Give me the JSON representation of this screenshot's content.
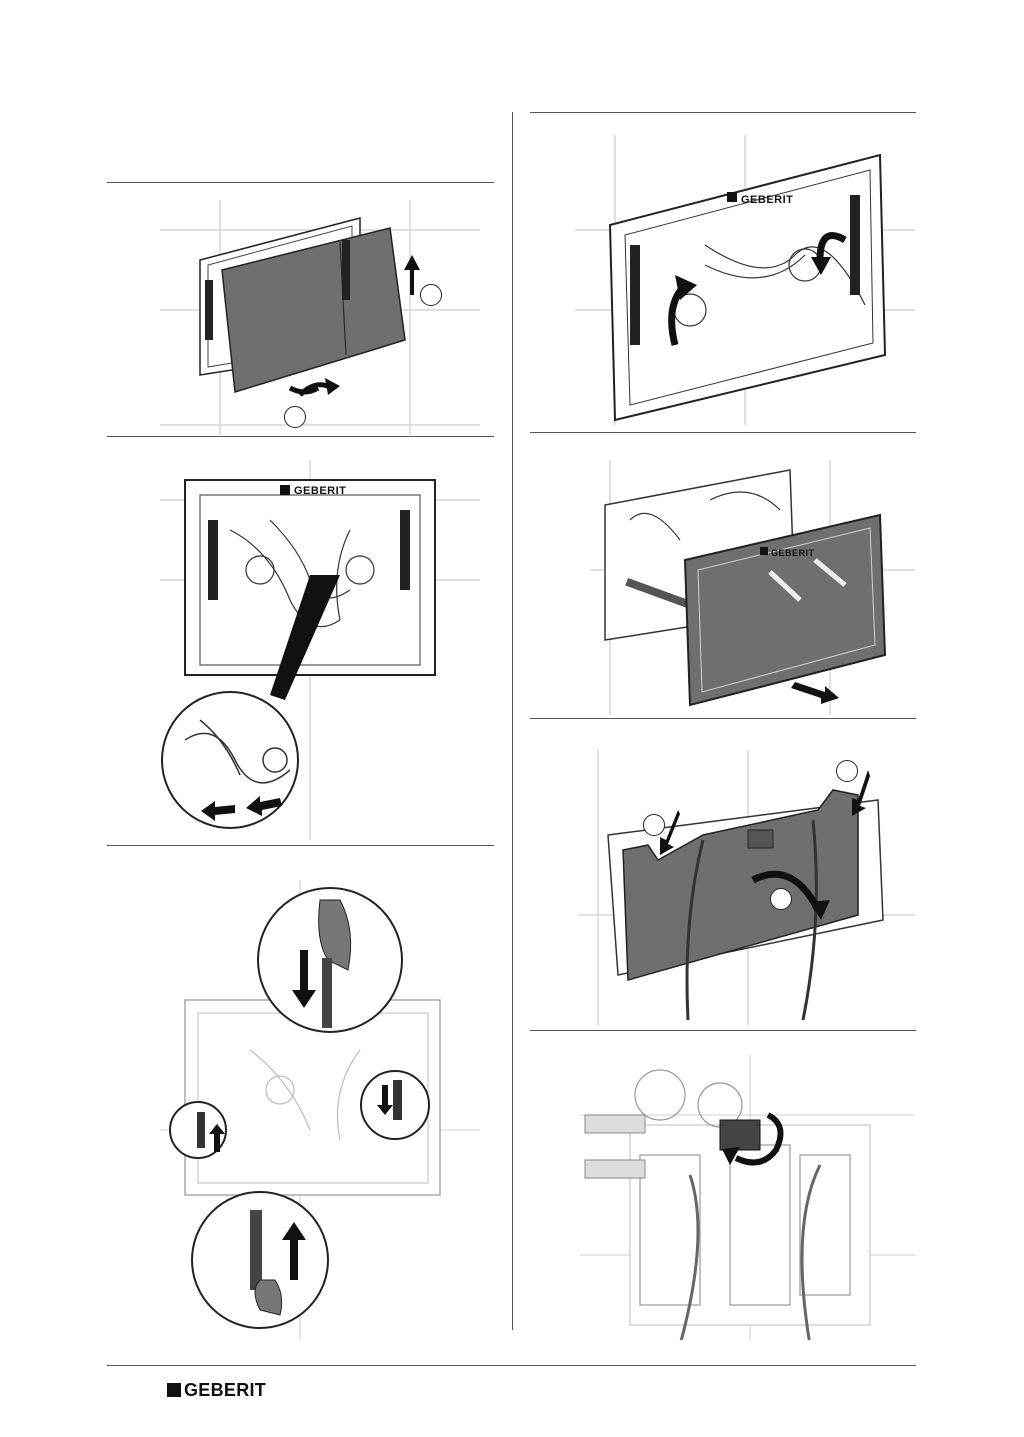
{
  "brand": {
    "name": "GEBERIT"
  },
  "colors": {
    "ink": "#111111",
    "line": "#555555",
    "tile": "#cfcfcf",
    "plate": "#6f6f6f"
  },
  "figures": [
    {
      "name": "remove-actuator-plate",
      "icons": [
        "arrow-up-icon",
        "rotate-arrow-icon"
      ]
    },
    {
      "name": "frame-with-levers-detail",
      "icons": [
        "arrow-left-icon"
      ]
    },
    {
      "name": "pull-levers-clips",
      "icons": [
        "arrow-down-icon",
        "arrow-up-icon"
      ]
    },
    {
      "name": "rotate-levers",
      "icons": [
        "curved-arrow-icon"
      ]
    },
    {
      "name": "remove-frame",
      "icons": [
        "arrow-down-right-icon"
      ]
    },
    {
      "name": "remove-protective-cover",
      "icons": [
        "arrow-down-icon",
        "curved-arrow-icon"
      ]
    },
    {
      "name": "close-valve",
      "icons": [
        "rotate-arrow-icon"
      ]
    }
  ]
}
